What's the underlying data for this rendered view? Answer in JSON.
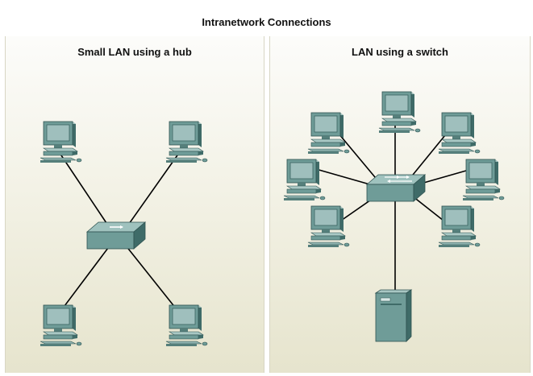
{
  "title": "Intranetwork Connections",
  "panels": {
    "hub": {
      "title": "Small LAN using a hub"
    },
    "switch": {
      "title": "LAN using a switch"
    }
  },
  "colors": {
    "device_body": "#6f9c98",
    "device_dark": "#3f6b68",
    "device_light": "#a9c8c4",
    "screen": "#9fbfbd",
    "link": "#000000"
  }
}
